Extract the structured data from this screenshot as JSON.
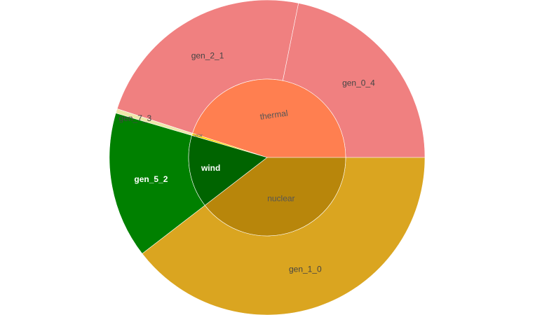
{
  "chart_data": {
    "type": "sunburst",
    "title": "",
    "inner": [
      {
        "name": "thermal",
        "value": 99.0,
        "color": "#FF7F50"
      },
      {
        "name": "solar",
        "value": 1.0,
        "color": "#FFD700"
      },
      {
        "name": "wind",
        "value": 33.0,
        "color": "#006400"
      },
      {
        "name": "nuclear",
        "value": 87.0,
        "color": "#B8860B"
      }
    ],
    "outer": [
      {
        "name": "gen_0_4",
        "parent": "thermal",
        "value": 48.0,
        "color": "#F08080",
        "label_color": "#444444"
      },
      {
        "name": "gen_2_1",
        "parent": "thermal",
        "value": 51.0,
        "color": "#F08080",
        "label_color": "#444444"
      },
      {
        "name": "gen_7_3",
        "parent": "solar",
        "value": 1.0,
        "color": "#EEE8AA",
        "label_color": "#444444"
      },
      {
        "name": "gen_5_2",
        "parent": "wind",
        "value": 33.0,
        "color": "#008000",
        "label_color": "#ffffff"
      },
      {
        "name": "gen_1_0",
        "parent": "nuclear",
        "value": 87.0,
        "color": "#DAA520",
        "label_color": "#444444"
      }
    ],
    "start_direction": "east",
    "rotation": "counterclockwise-from-east"
  }
}
